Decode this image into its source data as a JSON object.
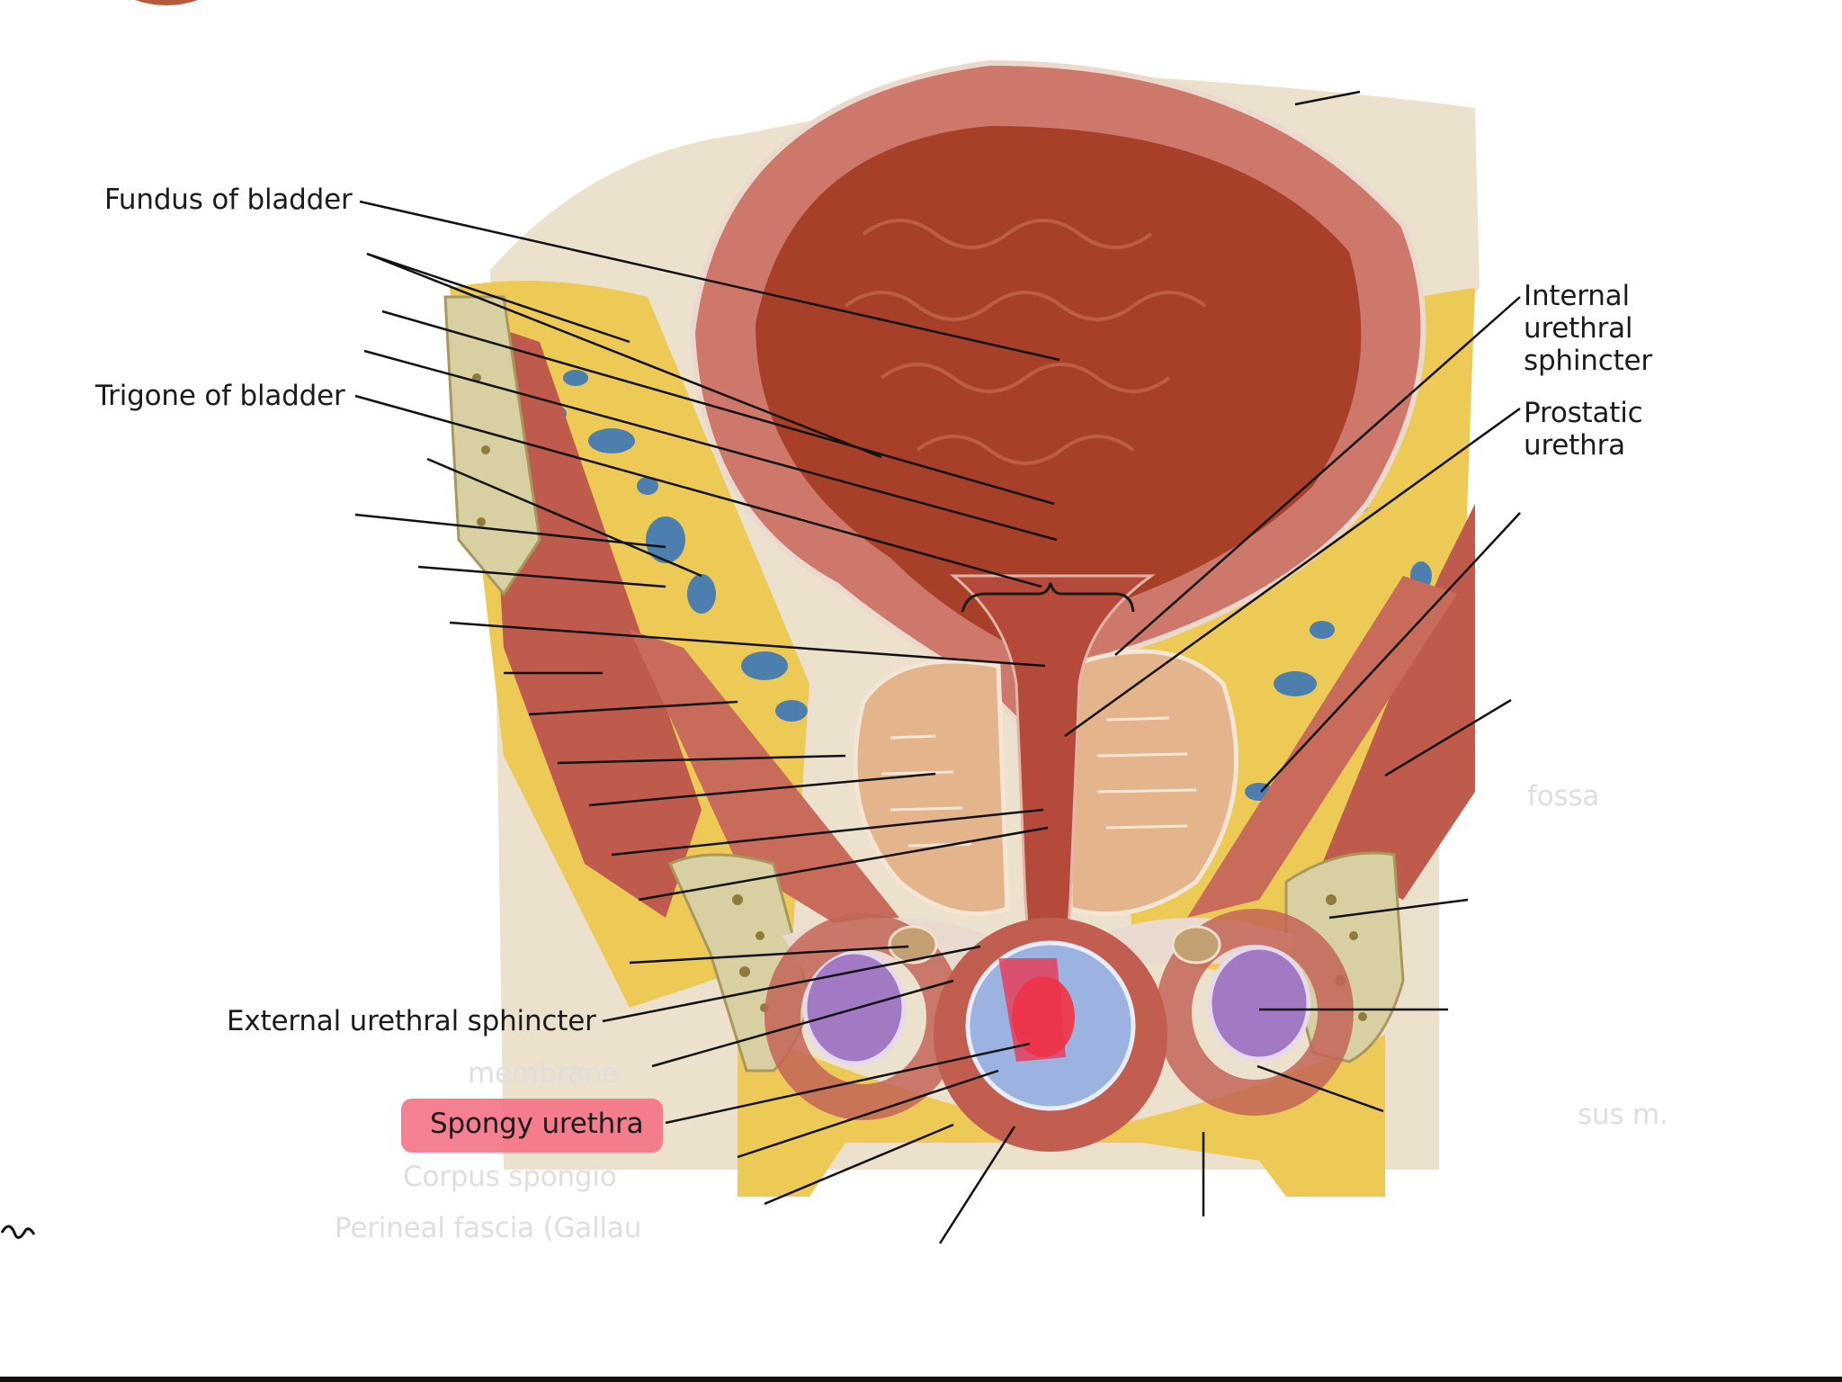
{
  "labels": {
    "fundus": "Fundus of bladder",
    "trigone": "Trigone of bladder",
    "external_sphincter": "External urethral sphincter",
    "spongy_urethra": "Spongy urethra",
    "internal_sphincter_1": "Internal",
    "internal_sphincter_2": "urethral",
    "internal_sphincter_3": "sphincter",
    "prostatic_1": "Prostatic",
    "prostatic_2": "urethra"
  },
  "faded_labels": {
    "membrane": "membrane",
    "corpus": "Corpus spongio",
    "perineal": "Perineal fascia (Gallau",
    "fossa": "fossa",
    "sus_m": "sus m."
  },
  "colors": {
    "highlight": "#f47286",
    "bladder_wall": "#c96a5e",
    "bladder_lumen": "#a8412a",
    "fat": "#e9c84a",
    "prostate": "#e4b48c",
    "bone": "#d9cfa0",
    "corpus_spongiosum": "#9db3e0",
    "corpus_cavernosum": "#a57bc7"
  }
}
